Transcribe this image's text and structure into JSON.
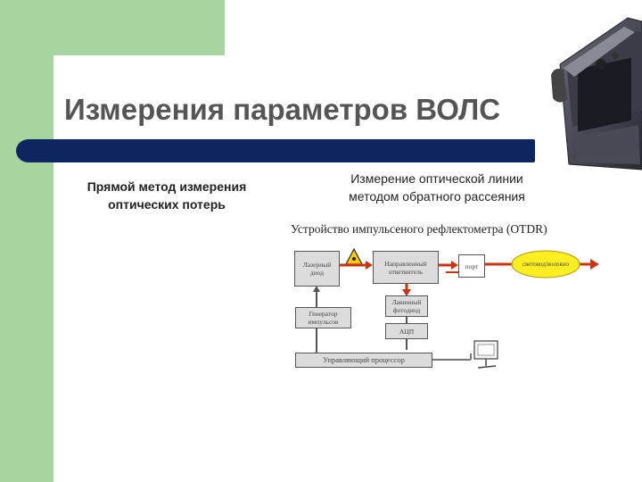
{
  "slide": {
    "title": "Измерения параметров ВОЛС",
    "left_column": {
      "line1": "Прямой метод измерения",
      "line2": "оптических потерь"
    },
    "right_column": {
      "line1": "Измерение оптической линии",
      "line2": "методом обратного рассеяния"
    }
  },
  "diagram": {
    "title": "Устройство импульсеного рефлектометра (OTDR)",
    "blocks": {
      "laser": [
        "Лазерный",
        "диод"
      ],
      "coupler": [
        "Направленный",
        "ответвитель"
      ],
      "port": "порт",
      "fiber": "световод/волокно",
      "generator": [
        "Генератор",
        "импульсов"
      ],
      "photodiode": [
        "Лавинный",
        "фотодиод"
      ],
      "adc": "АЦП",
      "processor": "Управляющий процессор"
    },
    "colors": {
      "arrow_red": "#cc3311",
      "fiber_yellow": "#ffee22",
      "block_gray": "#dcdcdc",
      "laser_hazard": "#ffcc00"
    }
  },
  "theme": {
    "green": "#a8d4a0",
    "navy": "#0d2660",
    "title_gray": "#555555"
  }
}
